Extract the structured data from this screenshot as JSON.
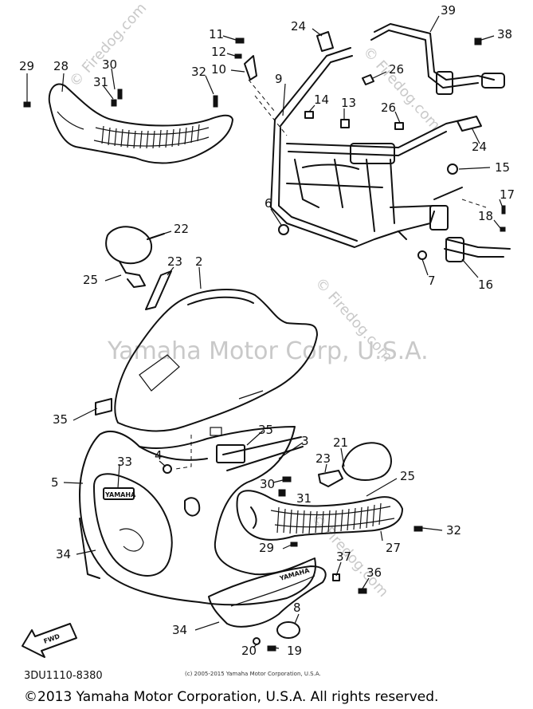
{
  "watermarks": {
    "firedog": "© Firedog.com",
    "yamaha": "Yamaha Motor Corp, U.S.A."
  },
  "badges": {
    "fwd": "FWD",
    "yamaha": "YAMAHA"
  },
  "drawing_code": "3DU1110-8380",
  "small_copyright": "(c) 2005-2015 Yamaha Motor Corporation, U.S.A.",
  "footer_copyright": "©2013 Yamaha Motor Corporation, U.S.A. All rights reserved.",
  "callouts": [
    "29",
    "28",
    "30",
    "31",
    "32",
    "11",
    "12",
    "10",
    "24",
    "39",
    "38",
    "9",
    "26",
    "14",
    "13",
    "26",
    "24",
    "15",
    "6",
    "17",
    "18",
    "16",
    "7",
    "22",
    "23",
    "2",
    "25",
    "35",
    "35",
    "3",
    "33",
    "4",
    "21",
    "23",
    "25",
    "5",
    "30",
    "31",
    "32",
    "34",
    "29",
    "27",
    "37",
    "36",
    "8",
    "34",
    "20",
    "19"
  ]
}
